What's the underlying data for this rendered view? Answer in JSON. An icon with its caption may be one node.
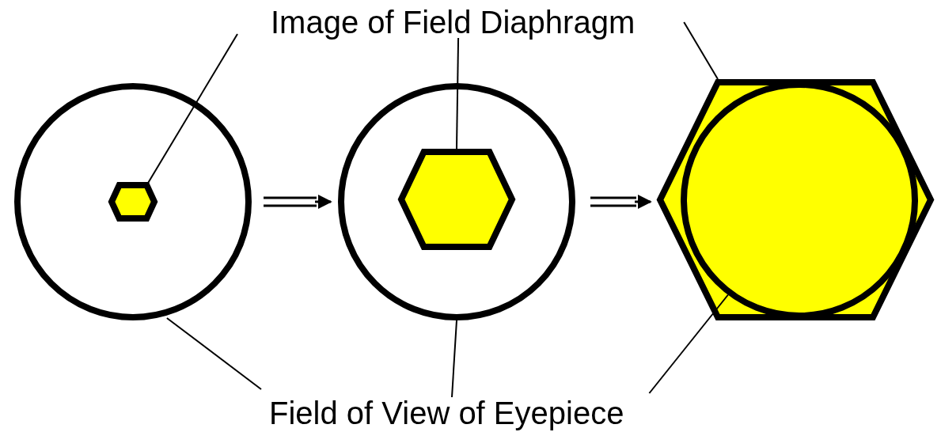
{
  "diagram": {
    "nodes": [
      {
        "text": [
          "Image of Field Diaphragm"
        ]
      },
      {
        "text": [
          "Field of View of Eyepiece"
        ]
      },
      {
        "text": [],
        "shape": "circle"
      },
      {
        "text": [],
        "shape": "hexagon",
        "in": 2
      },
      {
        "text": [],
        "shape": "circle"
      },
      {
        "text": [],
        "shape": "hexagon",
        "in": 4
      },
      {
        "text": [],
        "shape": "hexagon"
      },
      {
        "text": [],
        "shape": "circle",
        "in": 6
      }
    ],
    "edges": [
      {
        "from": 0,
        "to": 3,
        "arrow": "none"
      },
      {
        "from": 0,
        "to": 5,
        "arrow": "none"
      },
      {
        "from": 0,
        "to": 6,
        "arrow": "none"
      },
      {
        "from": 1,
        "to": 2,
        "arrow": "none"
      },
      {
        "from": 1,
        "to": 4,
        "arrow": "none"
      },
      {
        "from": 1,
        "to": 7,
        "arrow": "none"
      },
      {
        "from": 2,
        "to": 4,
        "arrow": "to"
      },
      {
        "from": 4,
        "to": 6,
        "arrow": "to"
      }
    ]
  }
}
